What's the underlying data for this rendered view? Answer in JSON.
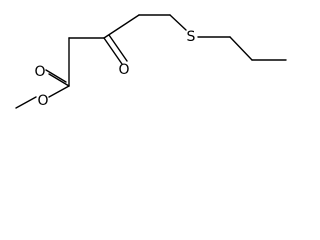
{
  "molecule": {
    "atoms": {
      "ester_carbonyl_oxygen": "O",
      "ester_oxygen": "O",
      "ketone_oxygen": "O",
      "sulfur": "S"
    }
  },
  "colors": {
    "bond": "#000000",
    "label": "#000000",
    "background": "#ffffff"
  }
}
